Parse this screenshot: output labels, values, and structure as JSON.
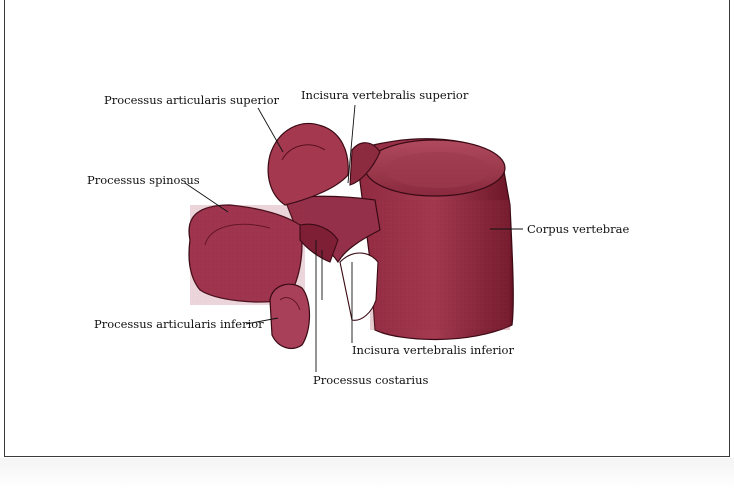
{
  "figure": {
    "labels": {
      "processus_articularis_superior": "Processus articularis superior",
      "incisura_vertebralis_superior": "Incisura vertebralis superior",
      "processus_spinosus": "Processus spinosus",
      "corpus_vertebrae": "Corpus vertebrae",
      "processus_articularis_inferior": "Processus articularis inferior",
      "incisura_vertebralis_inferior": "Incisura vertebralis inferior",
      "processus_costarius": "Processus costarius"
    }
  }
}
